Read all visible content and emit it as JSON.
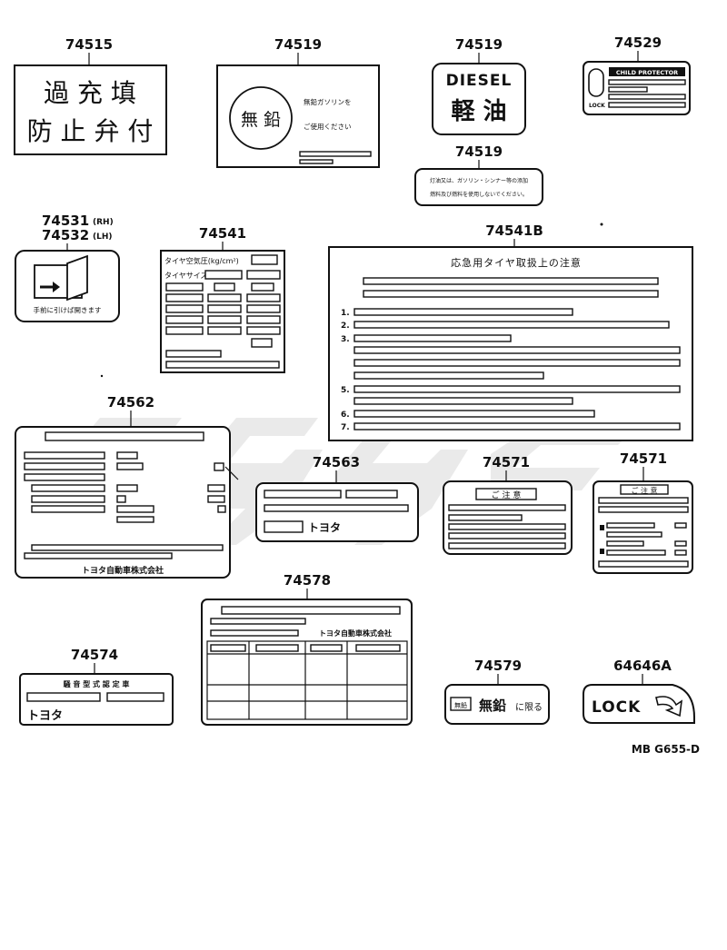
{
  "parts": {
    "p74515": "74515",
    "p74519_a": "74519",
    "p74519_b": "74519",
    "p74529": "74529",
    "p74519_c": "74519",
    "p74531": "74531",
    "p74531_side": "(RH)",
    "p74532": "74532",
    "p74532_side": "(LH)",
    "p74541": "74541",
    "p74541b": "74541B",
    "p74562": "74562",
    "p74563": "74563",
    "p74571_a": "74571",
    "p74571_b": "74571",
    "p74578": "74578",
    "p74574": "74574",
    "p74579": "74579",
    "p64646a": "64646A"
  },
  "labels": {
    "l74515_line1": "過 充 填",
    "l74515_line2": "防 止 弁 付",
    "l74519_circle": "無 鉛",
    "l74519_text1": "無鉛ガソリンを",
    "l74519_text2": "ご使用ください",
    "l74519_diesel": "DIESEL",
    "l74519_keiyu": "軽 油",
    "l74529_title": "CHILD PROTECTOR",
    "l74529_lock": "LOCK",
    "l74519_warn1": "灯油又は、ガソリン・シンナー等の添加",
    "l74519_warn2": "燃料及び燃料を使用しないでください。",
    "l74531_text": "手前に引けば開きます",
    "l74541_title": "タイヤ空気圧(kg/cm²)",
    "l74541_size": "タイヤサイズ",
    "l74541b_title": "応急用タイヤ取扱上の注意",
    "l74541b_n1": "1.",
    "l74541b_n2": "2.",
    "l74541b_n3": "3.",
    "l74541b_n5": "5.",
    "l74541b_n6": "6.",
    "l74541b_n7": "7.",
    "l74562_maker": "トヨタ自動車株式会社",
    "l74563_brand": "トヨタ",
    "l74571_title_a": "ご 注 意",
    "l74571_title_b": "ご 注 意",
    "l74578_maker": "トヨタ自動車株式会社",
    "l74574_title": "騒 音 型 式 認 定 車",
    "l74574_brand": "トヨタ",
    "l74579_small": "無鉛",
    "l74579_main": "無鉛",
    "l74579_suffix": "に限る",
    "l64646a_lock": "LOCK"
  },
  "catalog_ref": "MB G655-D",
  "watermark": "ggcc"
}
